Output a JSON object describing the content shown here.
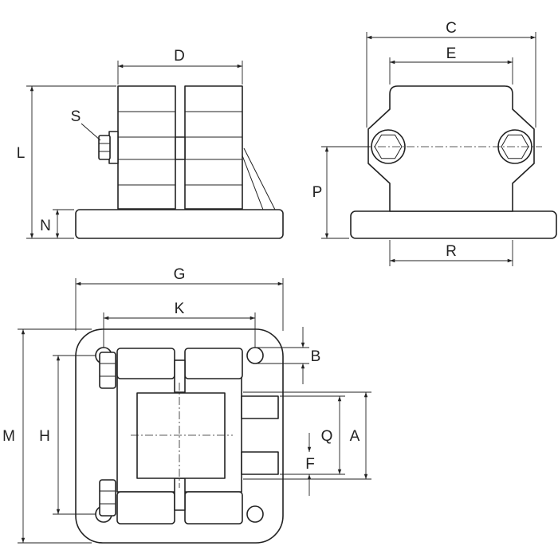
{
  "colors": {
    "line": "#222222",
    "background": "#ffffff"
  },
  "labels": {
    "A": "A",
    "B": "B",
    "C": "C",
    "D": "D",
    "E": "E",
    "F": "F",
    "G": "G",
    "H": "H",
    "K": "K",
    "L": "L",
    "M": "M",
    "N": "N",
    "P": "P",
    "Q": "Q",
    "R": "R",
    "S": "S"
  }
}
